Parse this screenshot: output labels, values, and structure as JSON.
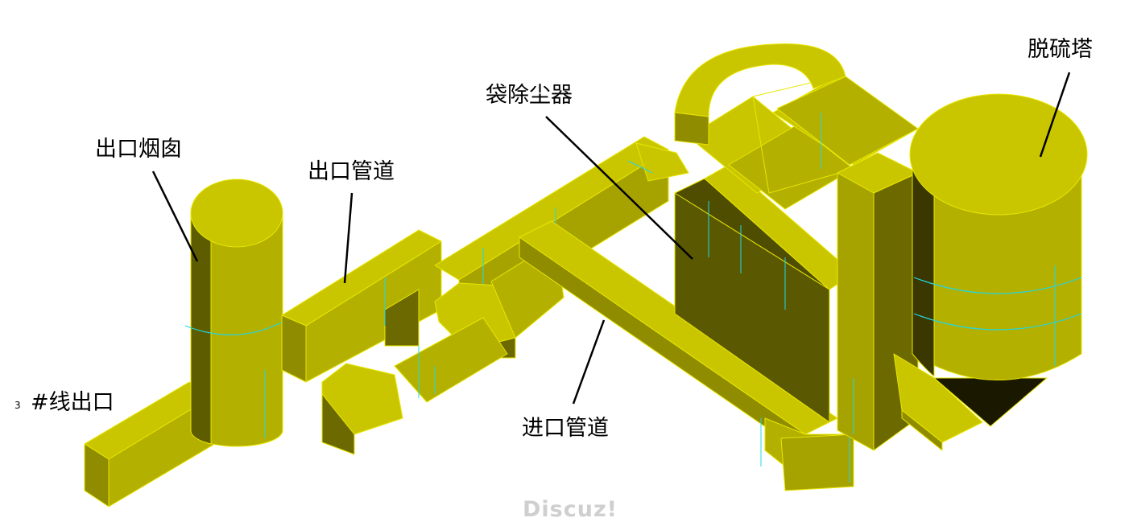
{
  "labels": {
    "chimney": "出口烟囱",
    "outlet_duct": "出口管道",
    "bag_filter": "袋除尘器",
    "desulfurization_tower": "脱硫塔",
    "inlet_duct": "进口管道",
    "line_outlet_num": "3",
    "line_outlet": "#线出口"
  },
  "watermark": "Discuz!",
  "colors": {
    "top": "#c9c600",
    "left": "#a6a300",
    "right": "#5a5800",
    "dark": "#3f3d00",
    "edge": "#f0ee00",
    "seam": "#22d7e6"
  }
}
